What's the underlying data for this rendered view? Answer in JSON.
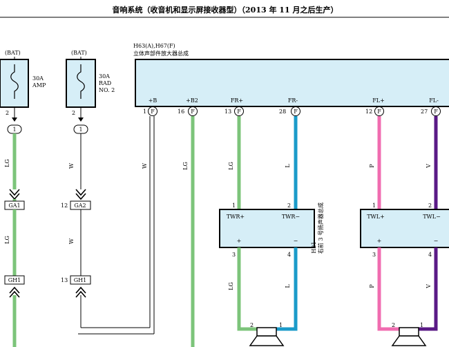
{
  "title": "音响系统（收音机和显示屏接收器型）（2013 年 11 月之后生产）",
  "amplifier": {
    "code": "H63(A),H67(F)",
    "name": "立体声部件放大器总成",
    "terminals": [
      {
        "name": "+B",
        "pin": "1",
        "conn": "F"
      },
      {
        "name": "+B2",
        "pin": "16",
        "conn": "F"
      },
      {
        "name": "FR+",
        "pin": "13",
        "conn": "F"
      },
      {
        "name": "FR-",
        "pin": "28",
        "conn": "F"
      },
      {
        "name": "FL+",
        "pin": "12",
        "conn": "F"
      },
      {
        "name": "FL-",
        "pin": "27",
        "conn": "F"
      }
    ]
  },
  "fuses": [
    {
      "supply": "(BAT)",
      "rating": "30A",
      "name": "AMP",
      "pin": "2",
      "node": "1"
    },
    {
      "supply": "(BAT)",
      "rating": "30A",
      "name_l1": "RAD",
      "name_l2": "NO. 2",
      "pin": "2",
      "node": "1"
    }
  ],
  "connectors": [
    {
      "id": "GA1",
      "pin": ""
    },
    {
      "id": "GA2",
      "pin": "12"
    },
    {
      "id": "GH1",
      "pin": ""
    },
    {
      "id": "GH1",
      "pin": "13"
    }
  ],
  "wire_labels": {
    "lg": "LG",
    "l": "L",
    "p": "P",
    "v": "V",
    "w": "W"
  },
  "speakers": {
    "right": {
      "code": "H21",
      "name": "右前 3 号扬声器总成",
      "plus": "TWR+",
      "minus": "TWR−",
      "pin_top_1": "1",
      "pin_top_2": "2",
      "pin_bot_1": "3",
      "pin_bot_2": "4",
      "sign_plus": "+",
      "sign_minus": "−",
      "spk_pin_1": "2",
      "spk_pin_2": "1"
    },
    "left": {
      "plus": "TWL+",
      "minus": "TWL−",
      "pin_top_1": "1",
      "pin_top_2": "2",
      "pin_bot_1": "3",
      "pin_bot_2": "4",
      "sign_plus": "+",
      "sign_minus": "−",
      "spk_pin_1": "2",
      "spk_pin_2": "1"
    }
  },
  "colors": {
    "lg": "#7cc47a",
    "l": "#1b9bc9",
    "p": "#f06cb0",
    "v": "#5a1a86",
    "box": "#d6eef7"
  }
}
